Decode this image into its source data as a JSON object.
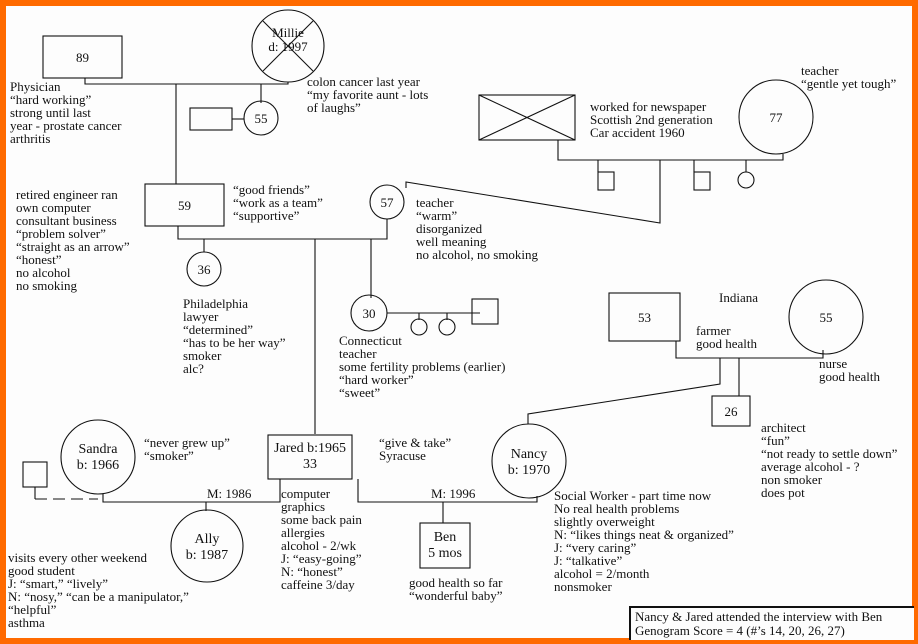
{
  "colors": {
    "frame": "#ff6a00",
    "paper": "#fdfdfd",
    "ink": "#111111"
  },
  "people": {
    "grandfather_jared": {
      "label": "89",
      "notes": [
        "Physician",
        "“hard working”",
        "strong until last",
        "year - prostate cancer",
        "arthritis"
      ]
    },
    "millie": {
      "name": "Millie",
      "death": "d: 1997",
      "notes": [
        "colon cancer last year",
        "“my favorite aunt - lots",
        "of laughs”"
      ]
    },
    "aunt": {
      "label": "55"
    },
    "jared_father": {
      "label": "59",
      "notes": [
        "retired engineer ran",
        "own computer",
        "consultant business",
        "“problem solver”",
        "“straight as an arrow”",
        "“honest”",
        "no alcohol",
        "no smoking"
      ]
    },
    "couple_notes": [
      "“good friends”",
      "“work as a team”",
      "“supportive”"
    ],
    "jared_mother": {
      "label": "57",
      "notes": [
        "teacher",
        "“warm”",
        "disorganized",
        "well meaning",
        "no alcohol, no smoking"
      ]
    },
    "maternal_grandfather": {
      "notes": [
        "worked for newspaper",
        "Scottish 2nd generation",
        "Car accident 1960"
      ]
    },
    "maternal_grandmother": {
      "label": "77",
      "notes": [
        "teacher",
        "“gentle yet tough”"
      ]
    },
    "sister_36": {
      "label": "36",
      "notes": [
        "Philadelphia",
        "lawyer",
        "“determined”",
        "“has to be her way”",
        "smoker",
        "alc?"
      ]
    },
    "sister_30": {
      "label": "30",
      "notes": [
        "Connecticut",
        "teacher",
        "some fertility problems (earlier)",
        "“hard worker”",
        "“sweet”"
      ]
    },
    "nancy_father": {
      "label": "53"
    },
    "nancy_parents_notes": {
      "place": "Indiana",
      "father": [
        "farmer",
        "good health"
      ],
      "mother": [
        "nurse",
        "good health"
      ]
    },
    "nancy_mother": {
      "label": "55"
    },
    "nancy_brother": {
      "label": "26",
      "notes": [
        "architect",
        "“fun”",
        "“not ready to settle down”",
        "average alcohol - ?",
        "non smoker",
        "does pot"
      ]
    },
    "sandra": {
      "name": "Sandra",
      "birth": "b: 1966",
      "notes": [
        "“never grew up”",
        "“smoker”"
      ]
    },
    "jared": {
      "name": "Jared b:1965",
      "age": "33",
      "notes_top": [
        "“give & take”",
        "Syracuse"
      ],
      "notes": [
        "computer",
        "graphics",
        "some back pain",
        "allergies",
        "alcohol - 2/wk",
        "J: “easy-going”",
        "N: “honest”",
        "caffeine 3/day"
      ]
    },
    "nancy": {
      "name": "Nancy",
      "birth": "b: 1970",
      "notes": [
        "Social Worker - part time now",
        "No real health problems",
        "slightly overweight",
        "N: “likes things neat & organized”",
        "J: “very caring”",
        "J: “talkative”",
        "alcohol = 2/month",
        "nonsmoker"
      ]
    },
    "ally": {
      "name": "Ally",
      "birth": "b: 1987",
      "notes": [
        "visits every other weekend",
        "good student",
        "J: “smart,” “lively”",
        "N: “nosy,” “can be a manipulator,”",
        "“helpful”",
        "asthma"
      ]
    },
    "ben": {
      "name": "Ben",
      "age": "5 mos",
      "notes": [
        "good health so far",
        "“wonderful baby”"
      ]
    }
  },
  "marriages": {
    "jared_sandra": "M: 1986",
    "jared_nancy": "M: 1996"
  },
  "legend": {
    "line1": "Nancy & Jared attended the interview with Ben",
    "line2": "Genogram Score = 4 (#’s 14, 20, 26, 27)"
  }
}
